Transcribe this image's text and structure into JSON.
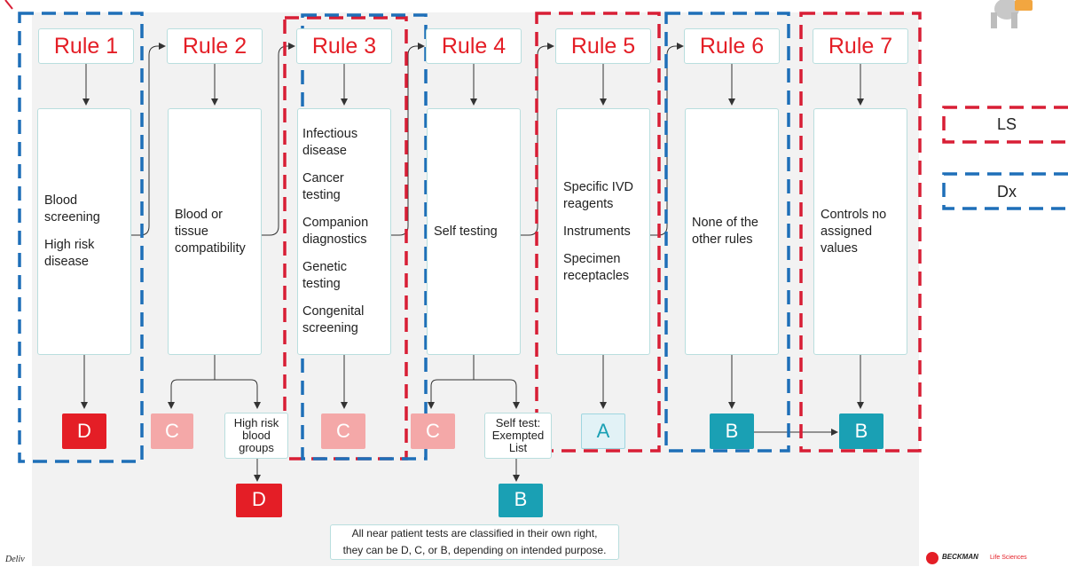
{
  "rules": [
    {
      "title": "Rule 1",
      "lines": [
        "Blood screening",
        "High risk disease"
      ],
      "result": "D"
    },
    {
      "title": "Rule 2",
      "lines": [
        "Blood or tissue compatibility"
      ],
      "results": [
        "C",
        "D"
      ],
      "sublabel": "High risk blood groups"
    },
    {
      "title": "Rule 3",
      "lines": [
        "Infectious disease",
        "Cancer testing",
        "Companion diagnostics",
        "Genetic testing",
        "Congenital screening"
      ],
      "result": "C"
    },
    {
      "title": "Rule 4",
      "lines": [
        "Self testing"
      ],
      "results": [
        "C",
        "B"
      ],
      "sublabel": "Self test: Exempted List"
    },
    {
      "title": "Rule 5",
      "lines": [
        "Specific IVD reagents",
        "Instruments",
        "Specimen receptacles"
      ],
      "result": "A"
    },
    {
      "title": "Rule 6",
      "lines": [
        "None of the other rules"
      ],
      "result": "B"
    },
    {
      "title": "Rule 7",
      "lines": [
        "Controls no assigned values"
      ],
      "result": "B"
    }
  ],
  "rule2_sublabel_lines": [
    "High risk",
    "blood",
    "groups"
  ],
  "rule4_sublabel_lines": [
    "Self test:",
    "Exempted",
    "List"
  ],
  "note_lines": [
    "All near patient tests are classified in their own right,",
    "they can be D, C, or B, depending on intended purpose."
  ],
  "legend": {
    "ls": "LS",
    "dx": "Dx"
  },
  "footer": {
    "left": "Deliv",
    "logo_brand": "BECKMAN",
    "logo_sub": "Life Sciences"
  },
  "colors": {
    "red": "#e41e26",
    "teal": "#1aa0b4",
    "pink": "#f4a8a8",
    "dashed_red": "#d81e35",
    "dashed_blue": "#1e6fb8"
  }
}
